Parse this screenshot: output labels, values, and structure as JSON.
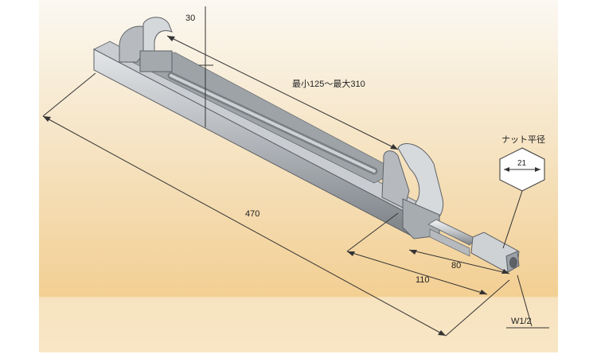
{
  "dimensions": {
    "height_tab": "30",
    "jaw_range": "最小125～最大310",
    "overall_length": "470",
    "rod_length": "110",
    "nut_length": "80",
    "thread": "W1/2"
  },
  "nut_callout": {
    "title": "ナット平径",
    "width_across_flats": "21"
  },
  "colors": {
    "background_top": "#f9f4ea",
    "background_band": "#f3d6a4",
    "background_floor": "#f7e2b8",
    "steel_light": "#d9dcdf",
    "steel_mid": "#a9adb2",
    "steel_dark": "#6e7378",
    "dimension_line": "#333333"
  },
  "icons": [
    "hexagon-nut-icon"
  ]
}
